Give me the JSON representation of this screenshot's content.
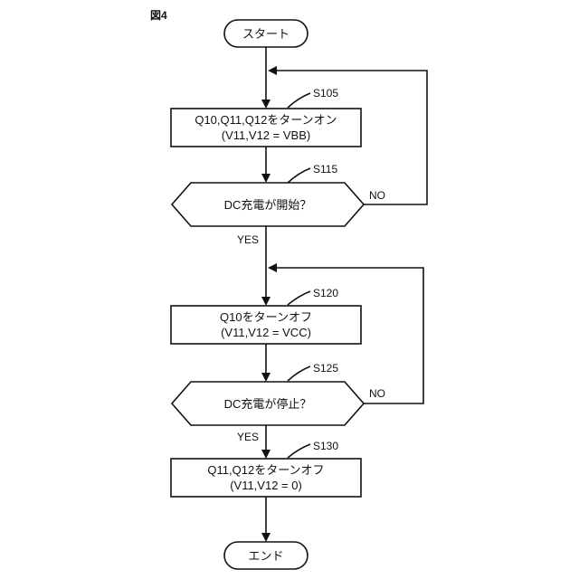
{
  "figure_label": "図4",
  "start": "スタート",
  "end": "エンド",
  "steps": {
    "s105": {
      "id": "S105",
      "line1": "Q10,Q11,Q12をターンオン",
      "line2": "(V11,V12 = VBB)"
    },
    "s115": {
      "id": "S115",
      "text": "DC充電が開始？",
      "no": "NO",
      "yes": "YES"
    },
    "s120": {
      "id": "S120",
      "line1": "Q10をターンオフ",
      "line2": "(V11,V12 = VCC)"
    },
    "s125": {
      "id": "S125",
      "text": "DC充電が停止？",
      "no": "NO",
      "yes": "YES"
    },
    "s130": {
      "id": "S130",
      "line1": "Q11,Q12をターンオフ",
      "line2": "(V11,V12 = 0)"
    }
  }
}
